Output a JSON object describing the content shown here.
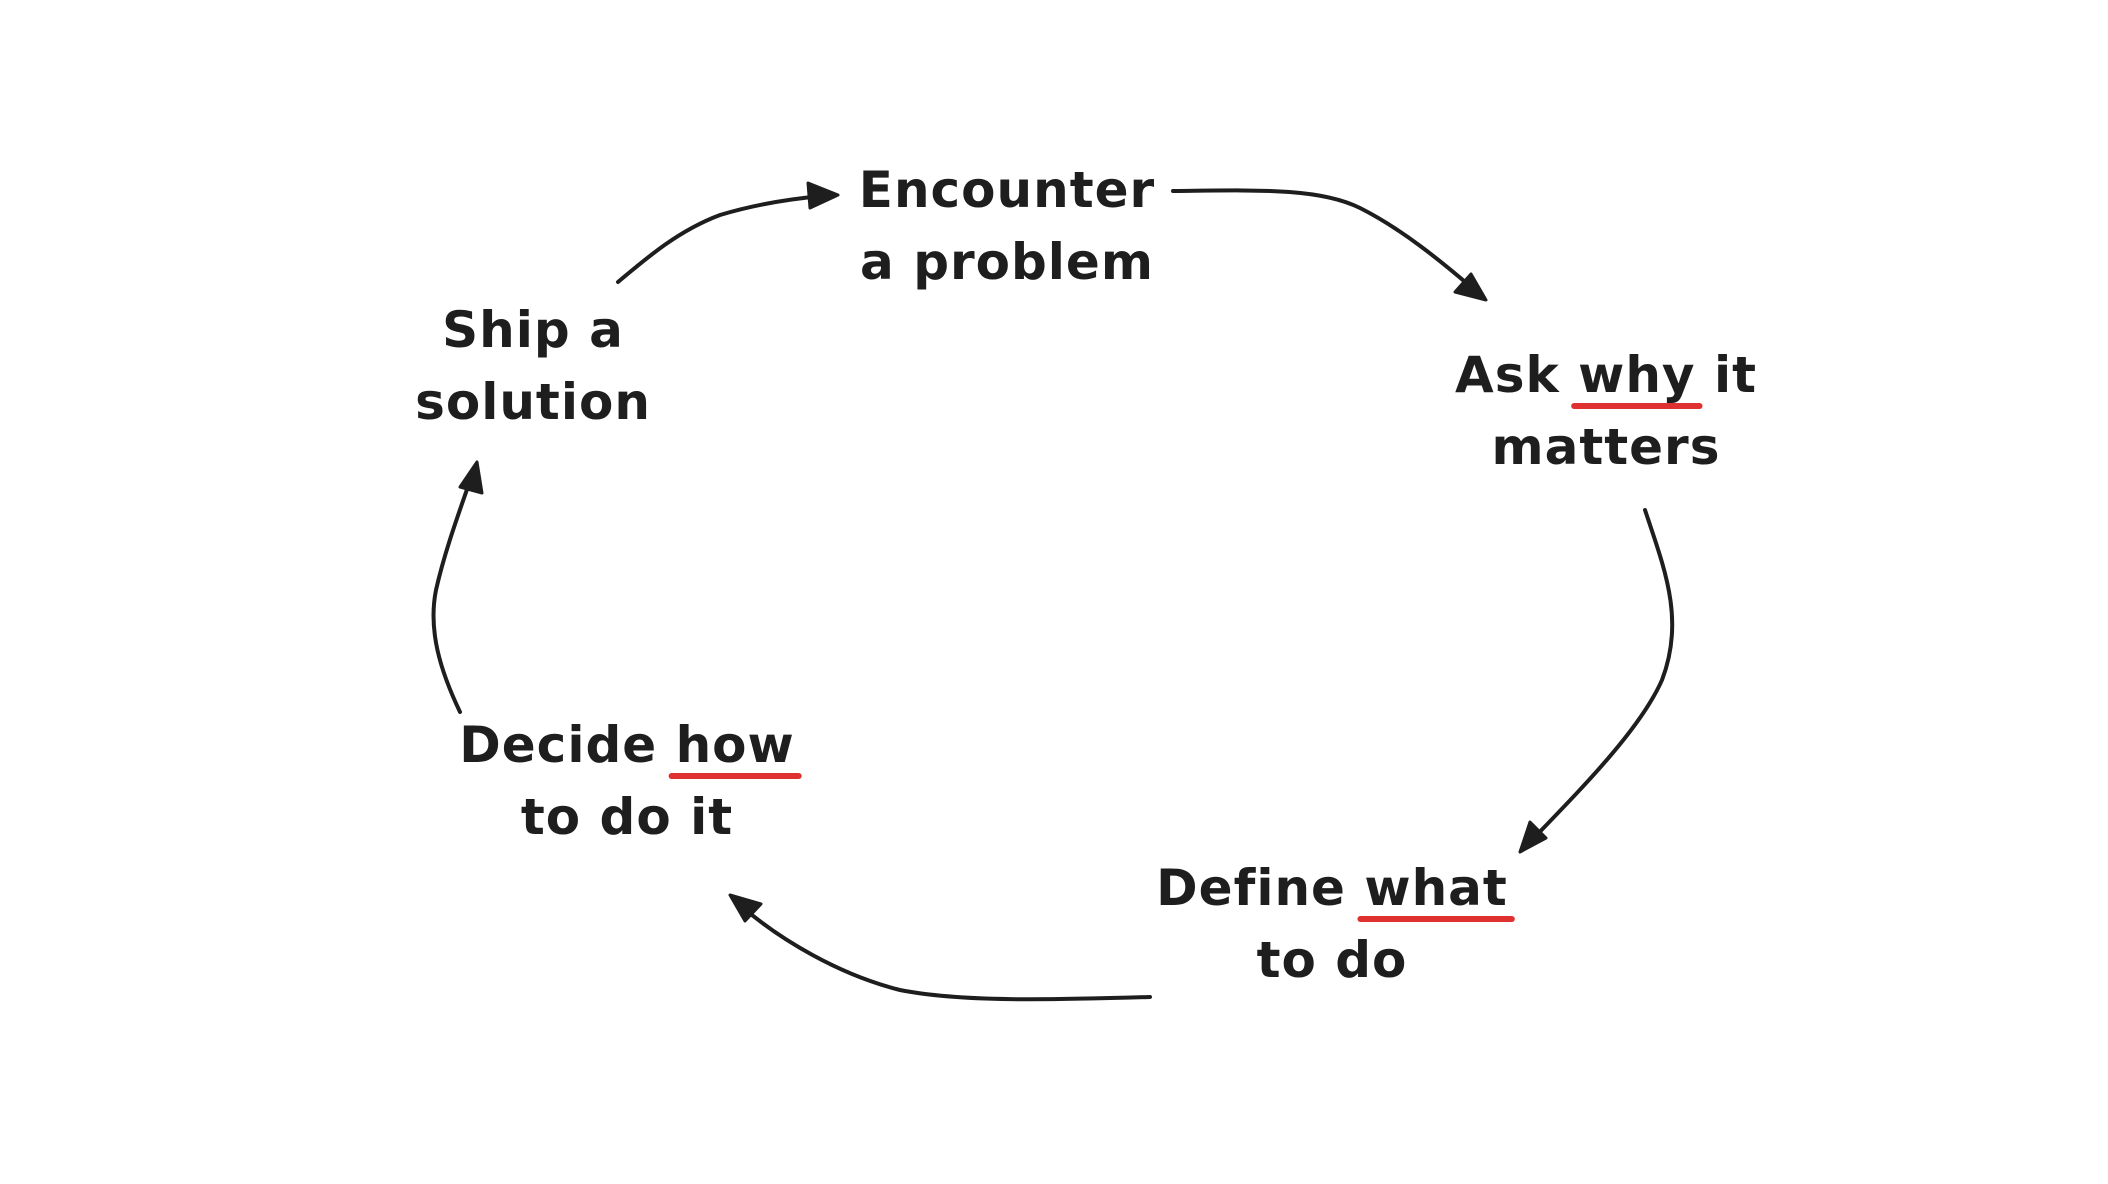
{
  "diagram": {
    "accent_color": "#e03131",
    "ink_color": "#1e1e1e",
    "nodes": [
      {
        "id": "encounter",
        "line1": [
          {
            "t": "Encounter"
          }
        ],
        "line2": [
          {
            "t": "a problem"
          }
        ]
      },
      {
        "id": "ask-why",
        "line1": [
          {
            "t": "Ask "
          },
          {
            "t": "why",
            "emph": true
          },
          {
            "t": " it"
          }
        ],
        "line2": [
          {
            "t": "matters"
          }
        ]
      },
      {
        "id": "define-what",
        "line1": [
          {
            "t": "Define "
          },
          {
            "t": "what",
            "emph": true
          }
        ],
        "line2": [
          {
            "t": "to do"
          }
        ]
      },
      {
        "id": "decide-how",
        "line1": [
          {
            "t": "Decide "
          },
          {
            "t": "how",
            "emph": true
          }
        ],
        "line2": [
          {
            "t": "to do it"
          }
        ]
      },
      {
        "id": "ship",
        "line1": [
          {
            "t": "Ship a"
          }
        ],
        "line2": [
          {
            "t": "solution"
          }
        ]
      }
    ],
    "edges": [
      {
        "from": "encounter",
        "to": "ask-why"
      },
      {
        "from": "ask-why",
        "to": "define-what"
      },
      {
        "from": "define-what",
        "to": "decide-how"
      },
      {
        "from": "decide-how",
        "to": "ship"
      },
      {
        "from": "ship",
        "to": "encounter"
      }
    ]
  }
}
